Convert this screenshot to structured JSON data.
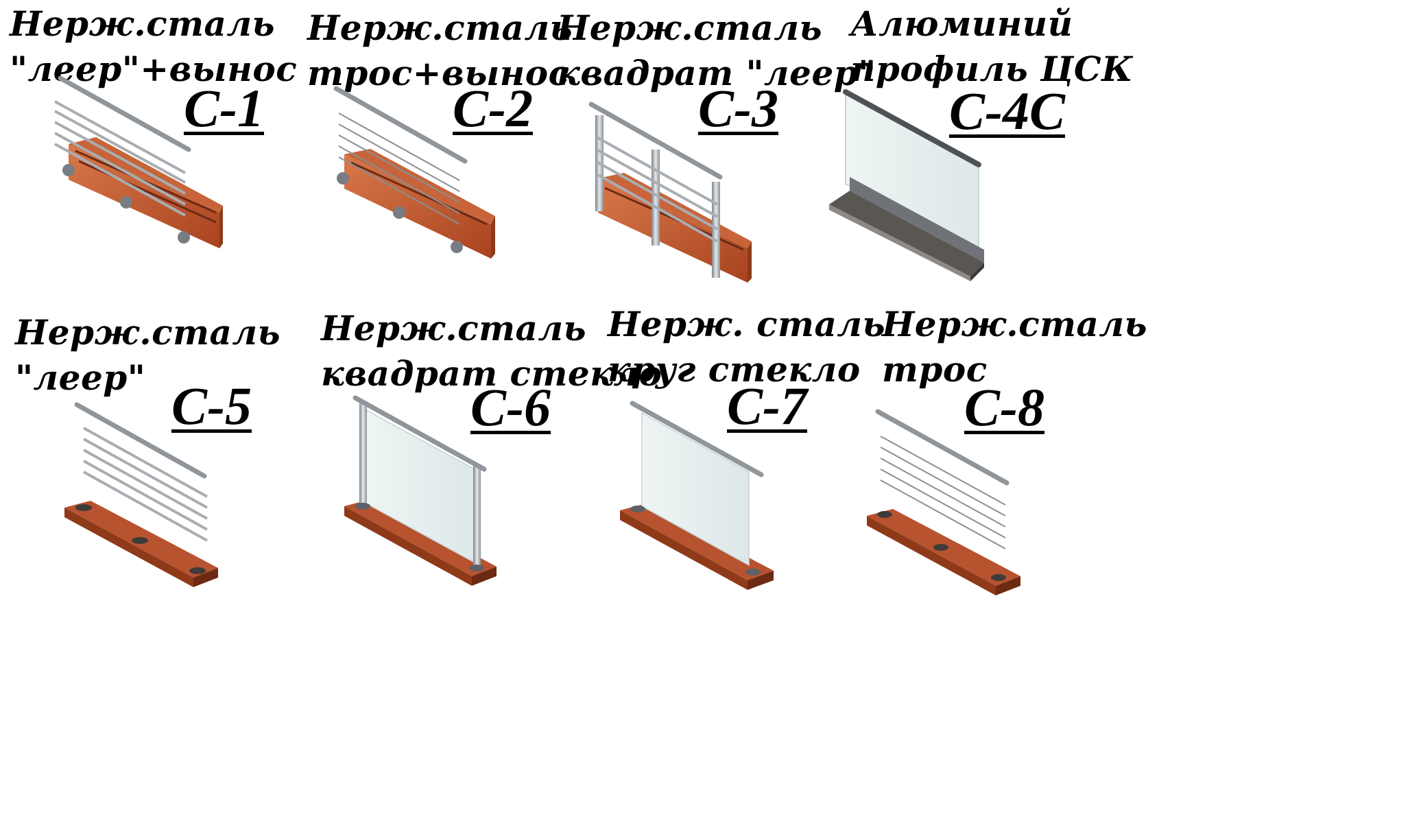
{
  "items": [
    {
      "line1": "Нерж.сталь",
      "line2": "\"леер\"+вынос",
      "code": "С-1",
      "variant": "box-rail"
    },
    {
      "line1": "Нерж.сталь",
      "line2": "трос+вынос",
      "code": "С-2",
      "variant": "box-cable"
    },
    {
      "line1": "Нерж.сталь",
      "line2": "квадрат \"леер\"",
      "code": "С-3",
      "variant": "box-square"
    },
    {
      "line1": "Алюминий",
      "line2": "профиль ЦСК",
      "code": "С-4С",
      "variant": "aluminium-glass"
    },
    {
      "line1": "Нерж.сталь",
      "line2": "\"леер\"",
      "code": "С-5",
      "variant": "base-rail"
    },
    {
      "line1": "Нерж.сталь",
      "line2": "квадрат стекло",
      "code": "С-6",
      "variant": "base-glass-square"
    },
    {
      "line1": "Нерж. сталь",
      "line2": "круг стекло",
      "code": "С-7",
      "variant": "base-glass-round"
    },
    {
      "line1": "Нерж.сталь",
      "line2": "трос",
      "code": "С-8",
      "variant": "base-cable"
    }
  ],
  "colors": {
    "steel": "#9ea3a8",
    "steel_light": "#d9dcdf",
    "wood": "#b8532f",
    "wood_light": "#d77346",
    "glass": "#e9f2f3",
    "base_dark": "#4a4643"
  }
}
